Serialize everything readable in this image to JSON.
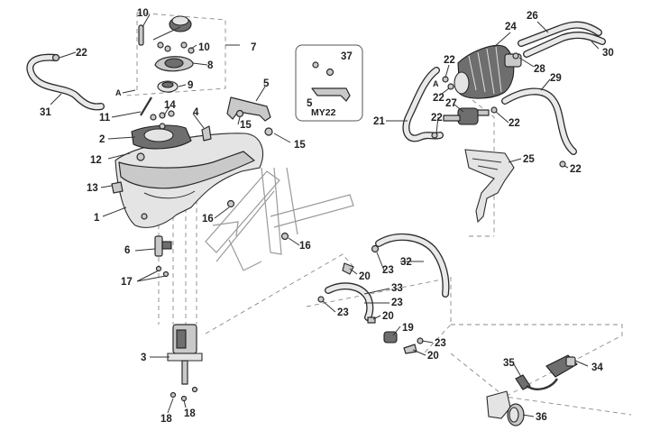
{
  "callouts": {
    "c1": "1",
    "c2": "2",
    "c3": "3",
    "c4": "4",
    "c5": "5",
    "c6": "6",
    "c7": "7",
    "c8": "8",
    "c9": "9",
    "c10a": "10",
    "c10b": "10",
    "c11": "11",
    "c12": "12",
    "c13": "13",
    "c14": "14",
    "c15a": "15",
    "c15b": "15",
    "c16a": "16",
    "c16b": "16",
    "c17": "17",
    "c18a": "18",
    "c18b": "18",
    "c19": "19",
    "c20a": "20",
    "c20b": "20",
    "c20c": "20",
    "c21": "21",
    "c22a": "22",
    "c22b": "22",
    "c22c": "22",
    "c22d": "22",
    "c22e": "22",
    "c22f": "22",
    "c23a": "23",
    "c23b": "23",
    "c23c": "23",
    "c23d": "23",
    "c24": "24",
    "c25": "25",
    "c26": "26",
    "c27": "27",
    "c28": "28",
    "c29": "29",
    "c30": "30",
    "c31": "31",
    "c32": "32",
    "c33": "33",
    "c34": "34",
    "c35": "35",
    "c36": "36",
    "c37": "37"
  },
  "reference_letters": {
    "left": "A",
    "right": "A"
  },
  "inset": {
    "part_37": "37",
    "part_5": "5",
    "model": "MY22"
  }
}
